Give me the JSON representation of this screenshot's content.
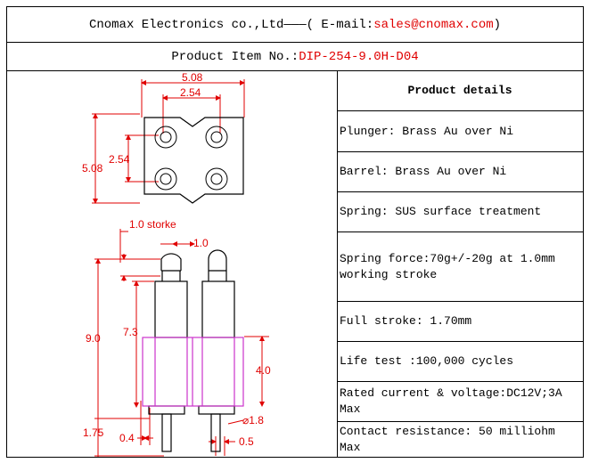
{
  "header": {
    "company": "Cnomax Electronics co.,Ltd———( E-mail: ",
    "email": "sales@cnomax.com",
    "company_tail": ")"
  },
  "product": {
    "label": "Product Item No.: ",
    "item_no": "DIP-254-9.0H-D04"
  },
  "details": {
    "title": "Product details",
    "rows": [
      "Plunger: Brass Au over Ni",
      "Barrel: Brass Au over Ni",
      "Spring: SUS surface treatment",
      "Spring force:70g+/-20g at 1.0mm working stroke",
      "Full stroke: 1.70mm",
      "Life test :100,000 cycles",
      "Rated current & voltage:DC12V;3A Max",
      "Contact resistance: 50 milliohm Max"
    ]
  },
  "drawing": {
    "dim_top_outer": "5.08",
    "dim_top_inner": "2.54",
    "dim_left_inner": "2.54",
    "dim_left_outer": "5.08",
    "stroke_label": "1.0 storke",
    "dim_tip": "1.0",
    "dim_total_height": "9.0",
    "dim_body_height": "7.3",
    "dim_barrel_height": "4.0",
    "dim_tail": "1.75",
    "dim_flange": "0.4",
    "dim_diameter": "⌀1.8",
    "dim_pin": "0.5"
  }
}
